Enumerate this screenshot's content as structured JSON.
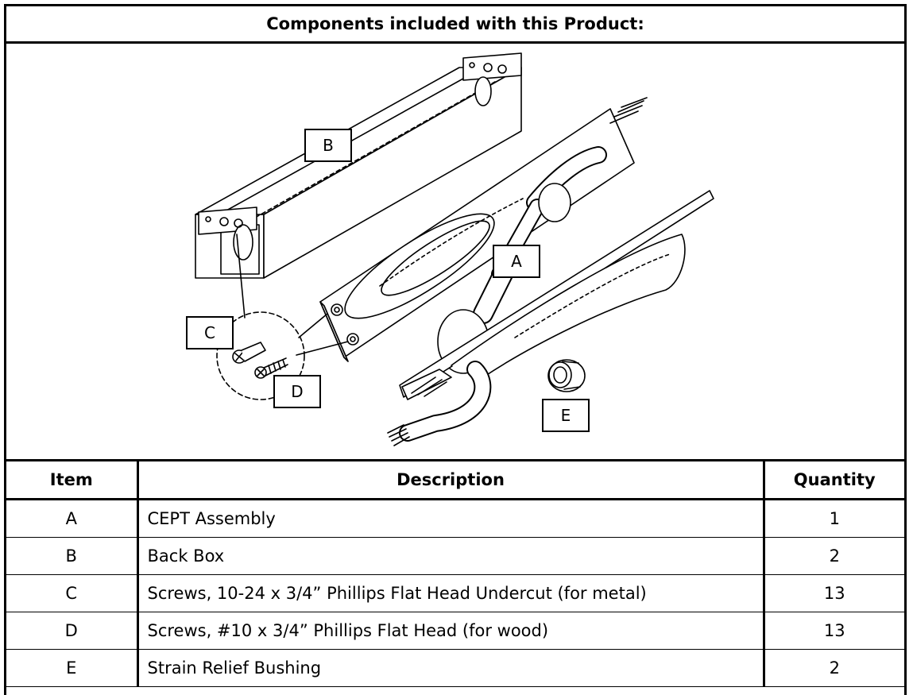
{
  "header": {
    "title": "Components included with this Product:"
  },
  "figure": {
    "callouts": {
      "a": "A",
      "b": "B",
      "c": "C",
      "d": "D",
      "e": "E"
    }
  },
  "table": {
    "headers": {
      "item": "Item",
      "description": "Description",
      "quantity": "Quantity"
    },
    "rows": [
      {
        "item": "A",
        "description": "CEPT Assembly",
        "quantity": "1"
      },
      {
        "item": "B",
        "description": "Back Box",
        "quantity": "2"
      },
      {
        "item": "C",
        "description": "Screws, 10-24 x 3/4” Phillips Flat Head Undercut (for metal)",
        "quantity": "13"
      },
      {
        "item": "D",
        "description": "Screws, #10 x 3/4” Phillips Flat Head (for wood)",
        "quantity": "13"
      },
      {
        "item": "E",
        "description": "Strain Relief Bushing",
        "quantity": "2"
      }
    ]
  }
}
